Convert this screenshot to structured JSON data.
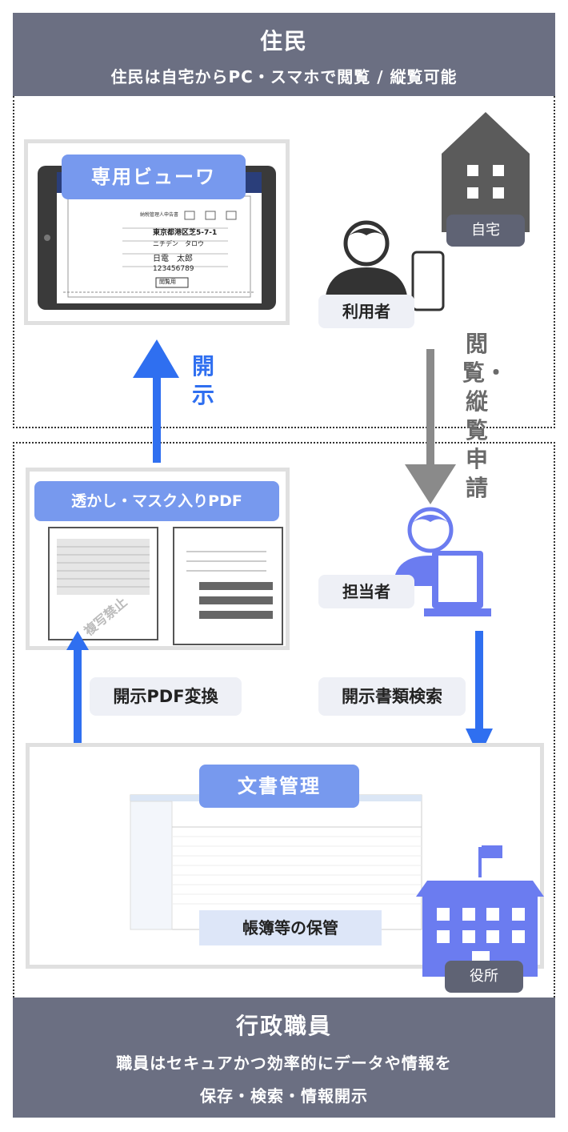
{
  "top_band": {
    "title": "住民",
    "subtitle": "住民は自宅からPC・スマホで閲覧 / 縦覧可能"
  },
  "bottom_band": {
    "title": "行政職員",
    "subtitle_line1": "職員はセキュアかつ効率的にデータや情報を",
    "subtitle_line2": "保存・検索・情報開示"
  },
  "viewer": {
    "label": "専用ビューワ",
    "doc_title": "納税管理人申告書",
    "address": "東京都港区芝5-7-1",
    "furigana": "ニチデン　タロウ",
    "name": "日電　太郎",
    "phone": "123456789",
    "stamp": "閲覧用"
  },
  "home": {
    "label": "自宅"
  },
  "user": {
    "label": "利用者"
  },
  "staff": {
    "label": "担当者"
  },
  "office": {
    "label": "役所"
  },
  "arrows": {
    "disclose": "開示",
    "view_request": "閲覧・縦覧申請",
    "pdf_convert": "開示PDF変換",
    "doc_search": "開示書類検索"
  },
  "pdf": {
    "label": "透かし・マスク入りPDF",
    "watermark": "複写禁止"
  },
  "docmgmt": {
    "label": "文書管理",
    "storage": "帳簿等の保管"
  },
  "colors": {
    "band": "#6b6f82",
    "blue": "#2f6ff0",
    "accent": "#6b7cf0",
    "gray_arrow": "#8a8a8a"
  }
}
